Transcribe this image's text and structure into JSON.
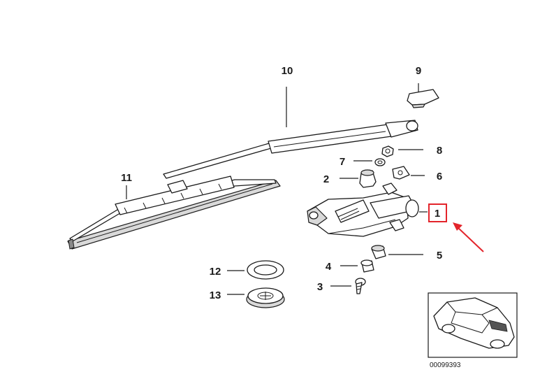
{
  "callouts": {
    "p1": "1",
    "p2": "2",
    "p3": "3",
    "p4": "4",
    "p5": "5",
    "p6": "6",
    "p7": "7",
    "p8": "8",
    "p9": "9",
    "p10": "10",
    "p11": "11",
    "p12": "12",
    "p13": "13"
  },
  "catalog_number": "00099393",
  "colors": {
    "highlight": "#e3242b",
    "line": "#1a1a1a"
  },
  "icons": {
    "vehicle": "car-thumbnail-icon"
  }
}
